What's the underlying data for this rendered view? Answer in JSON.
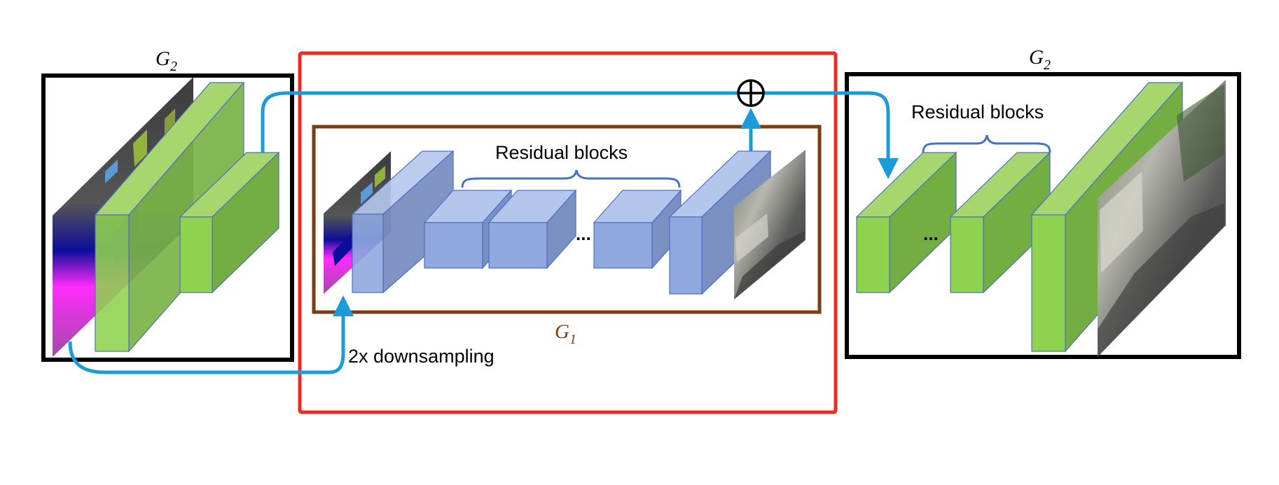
{
  "labels": {
    "g2_left": "G",
    "g2_left_sub": "2",
    "g2_right": "G",
    "g2_right_sub": "2",
    "g1": "G",
    "g1_sub": "1",
    "residual_blocks_g1": "Residual blocks",
    "residual_blocks_g2": "Residual blocks",
    "downsampling": "2x downsampling",
    "ellipsis_g1": "...",
    "ellipsis_g2": "...",
    "sum_symbol": "⊕"
  },
  "colors": {
    "g1_outer_box": "#ee2a24",
    "g1_inner_box": "#7a3e12",
    "g2_box": "#000000",
    "g1_blocks": "#8fa9df",
    "g2_blocks": "#8fd24f",
    "arrows": "#1b9bd7",
    "g1_label": "#7a3e12",
    "brace": "#4472c4"
  }
}
